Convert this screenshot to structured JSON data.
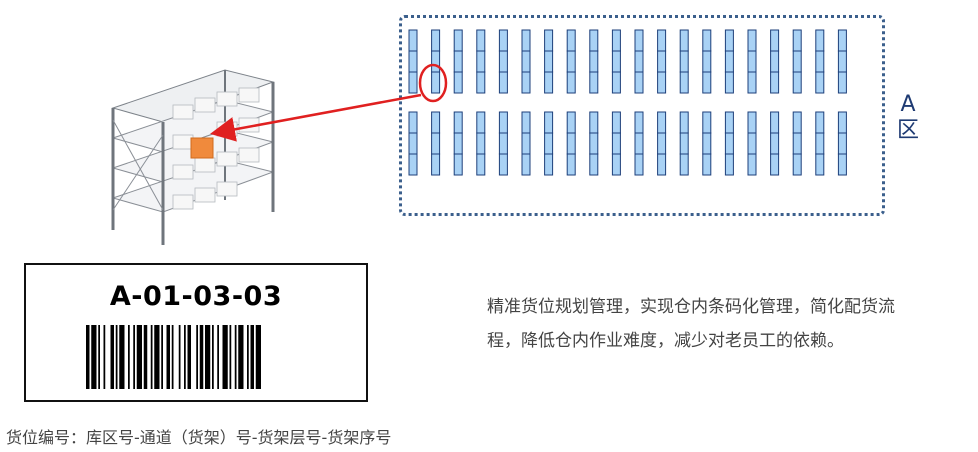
{
  "zone": {
    "label_line1": "A",
    "label_line2": "区"
  },
  "location_label": {
    "code": "A-01-03-03"
  },
  "description": {
    "line1": "精准货位规划管理，实现仓内条码化管理，简化配货流",
    "line2": "程，降低仓内作业难度，减少对老员工的依赖。"
  },
  "caption": "货位编号：库区号-通道（货架）号-货架层号-货架序号",
  "colors": {
    "slot_fill": "#a9d2f5",
    "slot_stroke": "#1d3f7a",
    "zone_border": "#3b5f8c",
    "highlight_red": "#e02020",
    "highlight_box": "#f08a3c"
  },
  "icons": [
    "warehouse-rack-illustration",
    "barcode-icon",
    "red-arrow-icon",
    "highlight-circle-icon"
  ]
}
